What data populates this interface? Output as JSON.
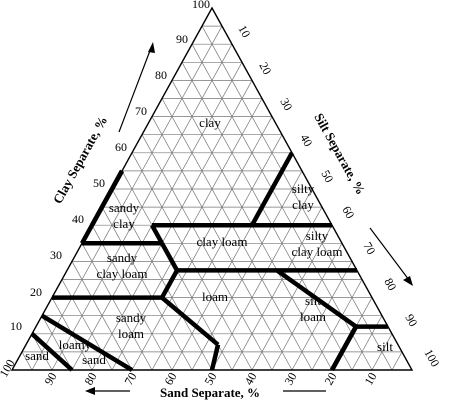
{
  "axes": {
    "clay": {
      "title": "Clay Separate, %",
      "ticks": [
        "10",
        "20",
        "30",
        "40",
        "50",
        "60",
        "70",
        "80",
        "90",
        "100"
      ]
    },
    "silt": {
      "title": "Silt Separate, %",
      "ticks": [
        "10",
        "20",
        "30",
        "40",
        "50",
        "60",
        "70",
        "80",
        "90",
        "100"
      ]
    },
    "sand": {
      "title": "Sand Separate, %",
      "ticks": [
        "100",
        "90",
        "80",
        "70",
        "60",
        "50",
        "40",
        "30",
        "20",
        "10"
      ]
    }
  },
  "classes": {
    "clay": "clay",
    "silty_clay": [
      "silty",
      "clay"
    ],
    "sandy_clay": [
      "sandy",
      "clay"
    ],
    "clay_loam": "clay loam",
    "silty_clay_loam": [
      "silty",
      "clay loam"
    ],
    "sandy_clay_loam": [
      "sandy",
      "clay loam"
    ],
    "loam": "loam",
    "silt_loam": [
      "silt",
      "loam"
    ],
    "sandy_loam": [
      "sandy",
      "loam"
    ],
    "loamy_sand": [
      "loamy",
      "sand"
    ],
    "sand": "sand",
    "silt": "silt"
  }
}
